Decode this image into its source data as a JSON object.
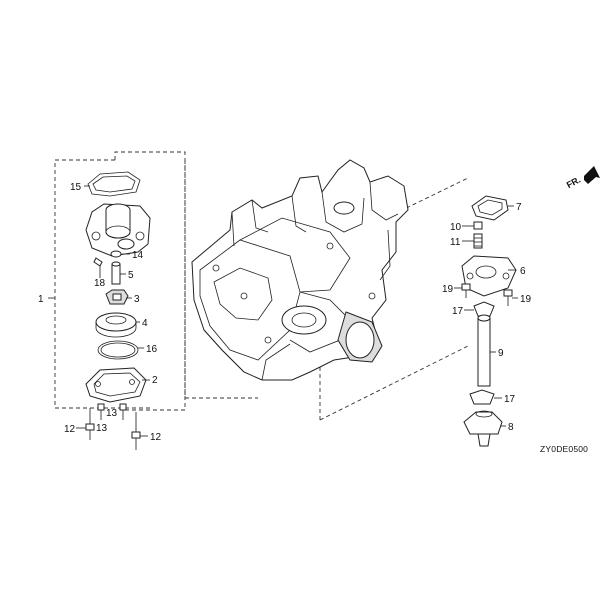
{
  "callouts": {
    "c1": "1",
    "c2": "2",
    "c3": "3",
    "c4": "4",
    "c5": "5",
    "c6": "6",
    "c7": "7",
    "c8": "8",
    "c9": "9",
    "c10": "10",
    "c11": "11",
    "c12a": "12",
    "c12b": "12",
    "c13a": "13",
    "c13b": "13",
    "c14": "14",
    "c15": "15",
    "c16": "16",
    "c17a": "17",
    "c17b": "17",
    "c18": "18",
    "c19a": "19",
    "c19b": "19"
  },
  "direction_label": "FR.",
  "diagram_code": "ZY0DE0500"
}
